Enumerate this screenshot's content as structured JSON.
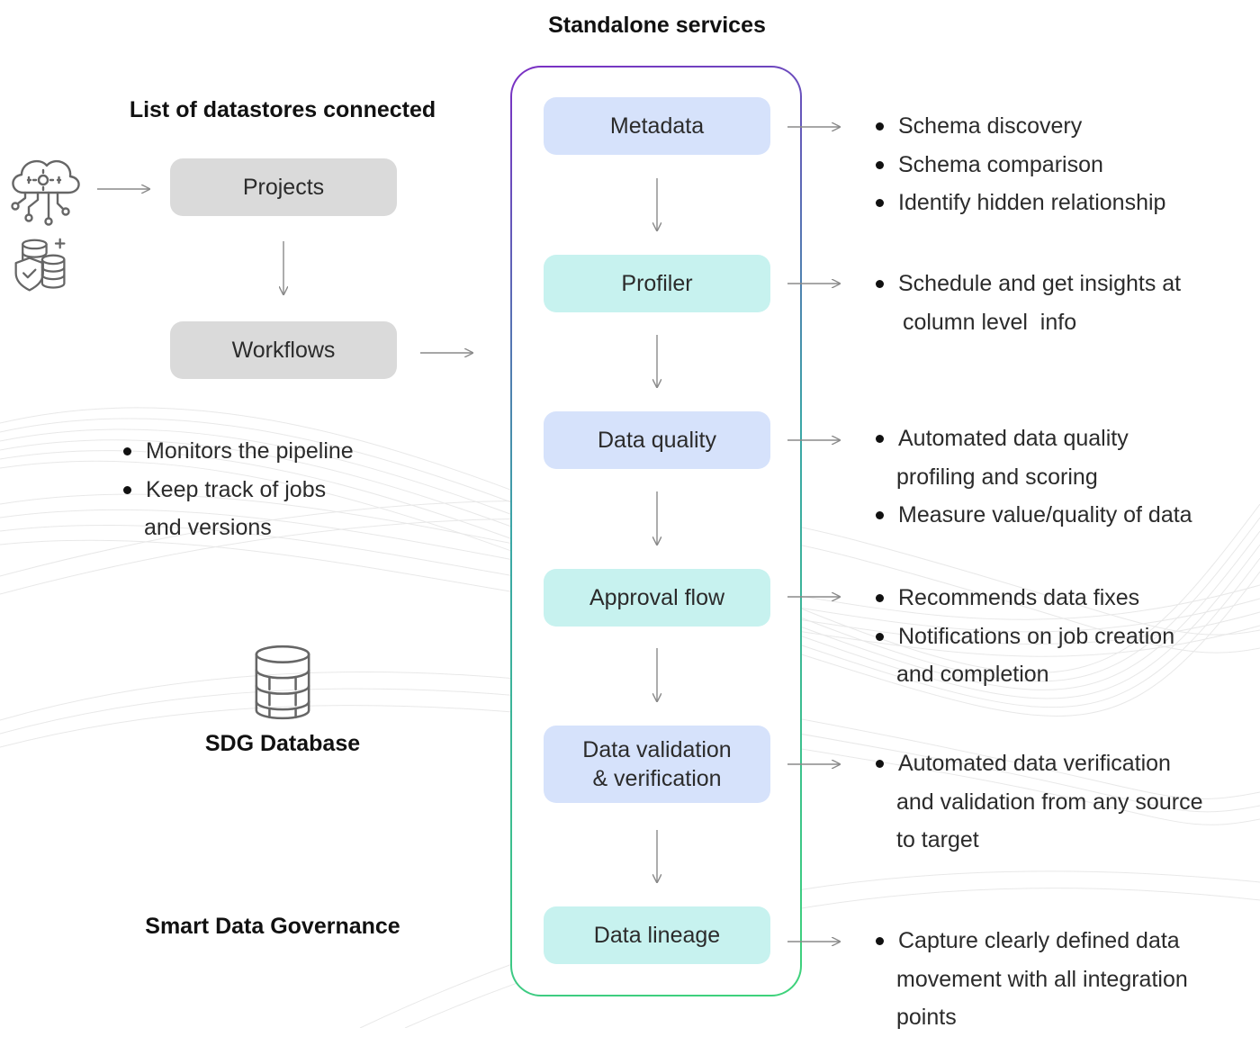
{
  "header": {
    "title": "Standalone services"
  },
  "left": {
    "datastores_heading": "List of datastores connected",
    "projects_label": "Projects",
    "workflows_label": "Workflows",
    "workflow_bullets": [
      "Monitors the pipeline",
      "Keep track of jobs"
    ],
    "workflow_bullet_cont": "and versions",
    "database_label": "SDG Database",
    "footer_title": "Smart Data Governance"
  },
  "services": [
    {
      "label": "Metadata",
      "color": "#d6e2fb"
    },
    {
      "label": "Profiler",
      "color": "#c7f2ef"
    },
    {
      "label": "Data quality",
      "color": "#d6e2fb"
    },
    {
      "label": "Approval flow",
      "color": "#c7f2ef"
    },
    {
      "label_line1": "Data validation",
      "label_line2": "& verification",
      "color": "#d6e2fb"
    },
    {
      "label": "Data lineage",
      "color": "#c7f2ef"
    }
  ],
  "features": {
    "metadata": [
      "Schema discovery",
      "Schema comparison",
      "Identify hidden relationship"
    ],
    "profiler": {
      "line1": "Schedule and get insights at",
      "line2": " column level  info"
    },
    "quality": {
      "b1_line1": "Automated data quality",
      "b1_line2": "profiling and scoring",
      "b2": "Measure value/quality of data"
    },
    "approval": {
      "b1": "Recommends data fixes",
      "b2_line1": "Notifications on job creation",
      "b2_line2": "and completion"
    },
    "validation": {
      "line1": "Automated data verification",
      "line2": "and validation from any source",
      "line3": "to target"
    },
    "lineage": {
      "line1": "Capture clearly defined data",
      "line2": "movement with all integration",
      "line3": "points"
    }
  },
  "icons": [
    "cloud-network-icon",
    "database-shield-icon",
    "database-icon"
  ],
  "colors": {
    "container_gradient_start": "#7b2ec4",
    "container_gradient_end": "#3ed37a",
    "gray_box": "#dadada"
  }
}
